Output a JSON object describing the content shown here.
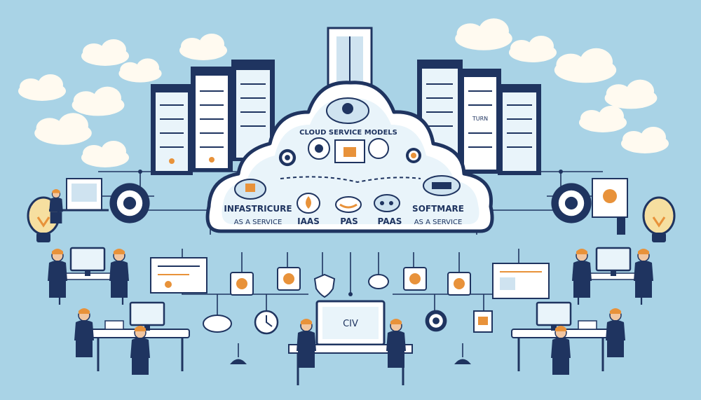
{
  "cloud": {
    "title": "CLOUD SERVICE MODELS",
    "models": [
      {
        "line1": "INFASTRICURE",
        "line2": "AS A SERVICE"
      },
      {
        "line1": "IAAS",
        "line2": ""
      },
      {
        "line1": "PAS",
        "line2": ""
      },
      {
        "line1": "PAAS",
        "line2": ""
      },
      {
        "line1": "SOFTMARE",
        "line2": "AS A SERVICE"
      }
    ]
  },
  "center_monitor_text": "CIV",
  "server_labels": [
    "TURN"
  ],
  "colors": {
    "background": "#a9d3e6",
    "navy": "#1f3460",
    "accent": "#e8923a",
    "cloud_fill": "#ffffff",
    "cloud_inner": "#e9f4fa",
    "bulb": "#f6dfa0"
  },
  "icons": [
    "server-rack-icon",
    "gear-icon",
    "lightbulb-icon",
    "person-icon",
    "monitor-icon",
    "laptop-icon",
    "document-icon",
    "clock-icon",
    "shield-icon",
    "cloud-icon"
  ]
}
